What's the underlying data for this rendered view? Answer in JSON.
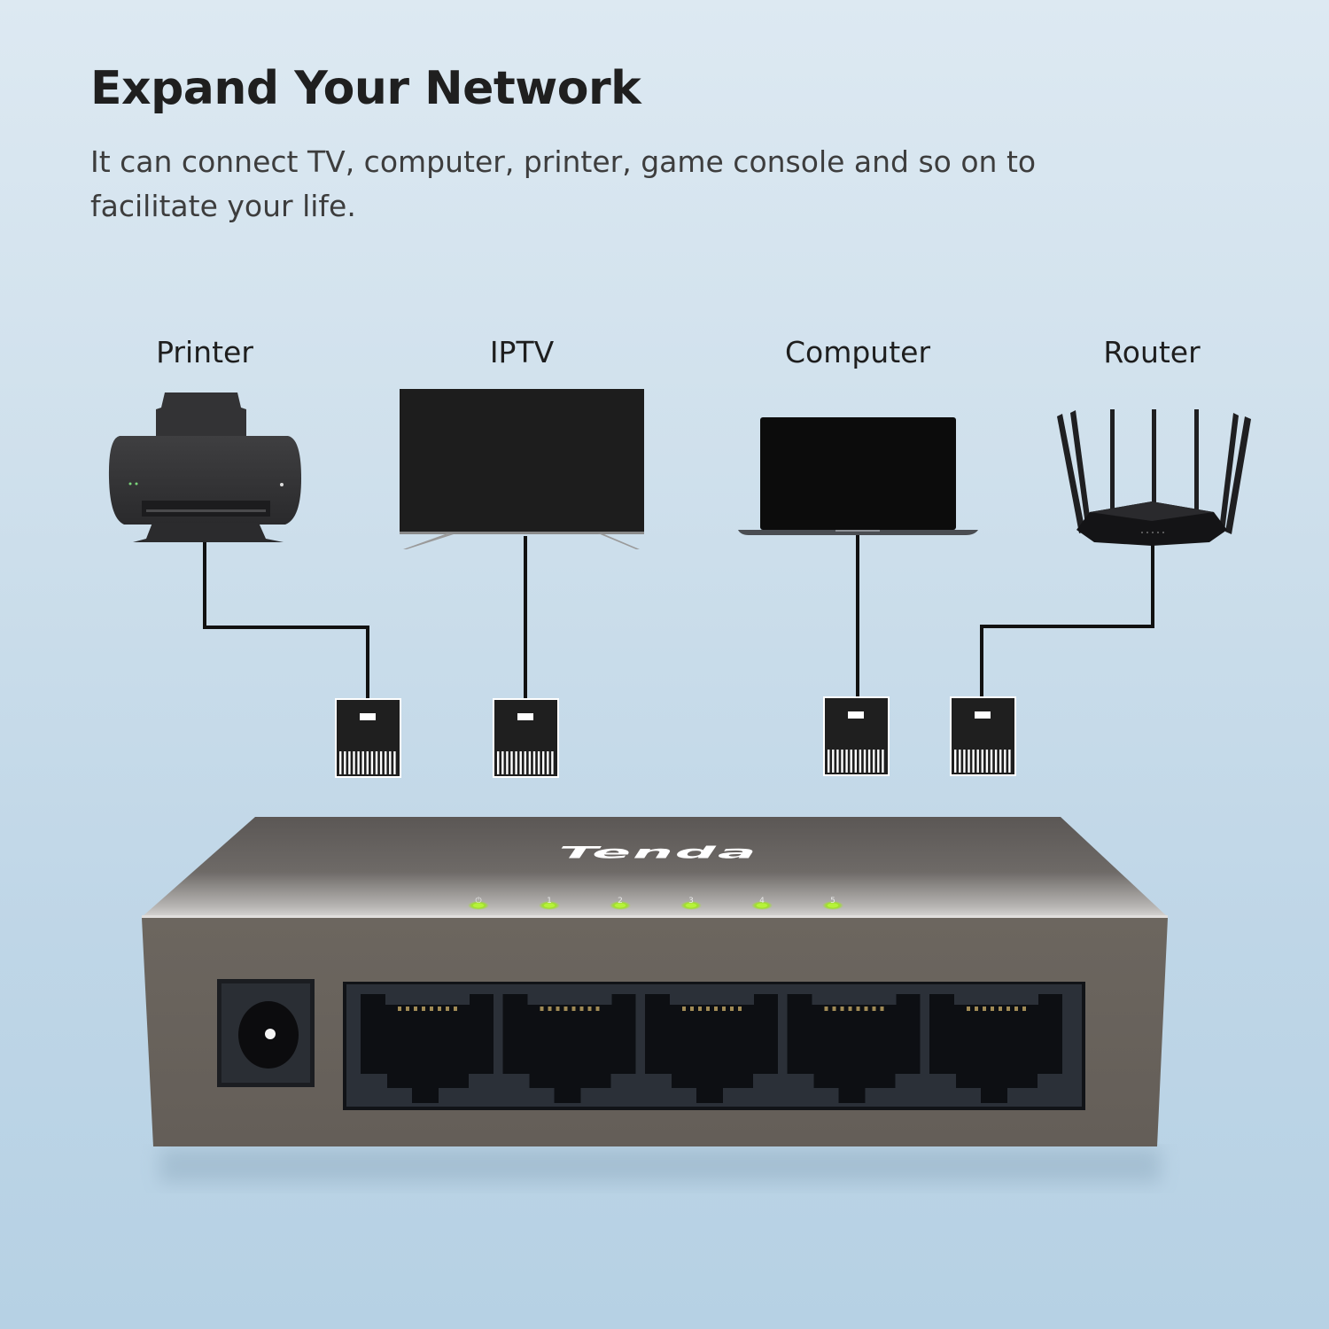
{
  "header": {
    "title": "Expand Your Network",
    "subtitle": "It can connect TV, computer, printer, game console and so on to facilitate your life."
  },
  "devices": [
    {
      "label": "Printer",
      "icon": "printer-icon"
    },
    {
      "label": "IPTV",
      "icon": "tv-icon"
    },
    {
      "label": "Computer",
      "icon": "laptop-icon"
    },
    {
      "label": "Router",
      "icon": "router-icon"
    }
  ],
  "switch": {
    "brand": "Tenda",
    "led_labels": [
      "⏻",
      "1",
      "2",
      "3",
      "4",
      "5"
    ],
    "port_count": 5,
    "colors": {
      "body": "#6a645e",
      "top": "#5f5b58",
      "led": "#b6f23a"
    }
  }
}
